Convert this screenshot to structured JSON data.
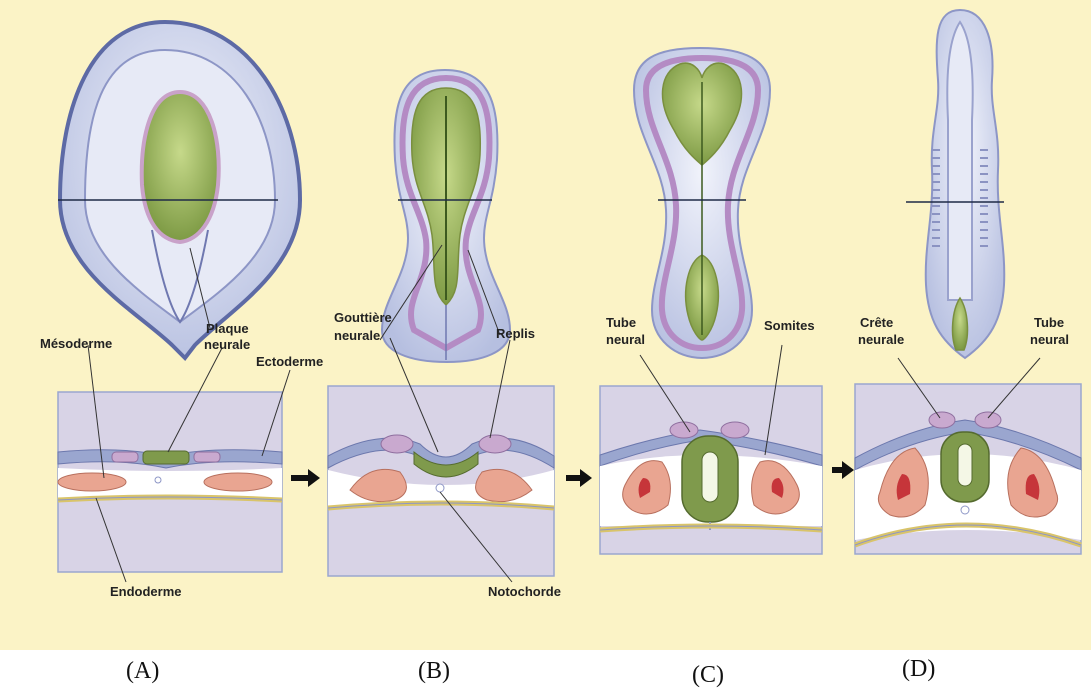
{
  "panels": [
    {
      "caption": "(A)"
    },
    {
      "caption": "(B)"
    },
    {
      "caption": "(C)"
    },
    {
      "caption": "(D)"
    }
  ],
  "labels": {
    "mesoderme": "Mésoderme",
    "plaque_1": "Plaque",
    "plaque_2": "neurale",
    "ectoderme": "Ectoderme",
    "endoderme": "Endoderme",
    "gouttiere_1": "Gouttière",
    "gouttiere_2": "neurale",
    "replis": "Replis",
    "notochorde": "Notochorde",
    "tube_c_1": "Tube",
    "tube_c_2": "neural",
    "somites": "Somites",
    "crete_1": "Crête",
    "crete_2": "neurale",
    "tube_d_1": "Tube",
    "tube_d_2": "neural"
  },
  "colors": {
    "background": "#fbf3c6",
    "ectoderm": "#9aa6cf",
    "neural_plate": "#7f9a4c",
    "mesoderm": "#e9a591",
    "endoderm": "#d9c46a",
    "section_fill": "#d8d3e6",
    "neural_crest": "#c9a9cf"
  },
  "icons": [
    "arrow-right-icon"
  ]
}
